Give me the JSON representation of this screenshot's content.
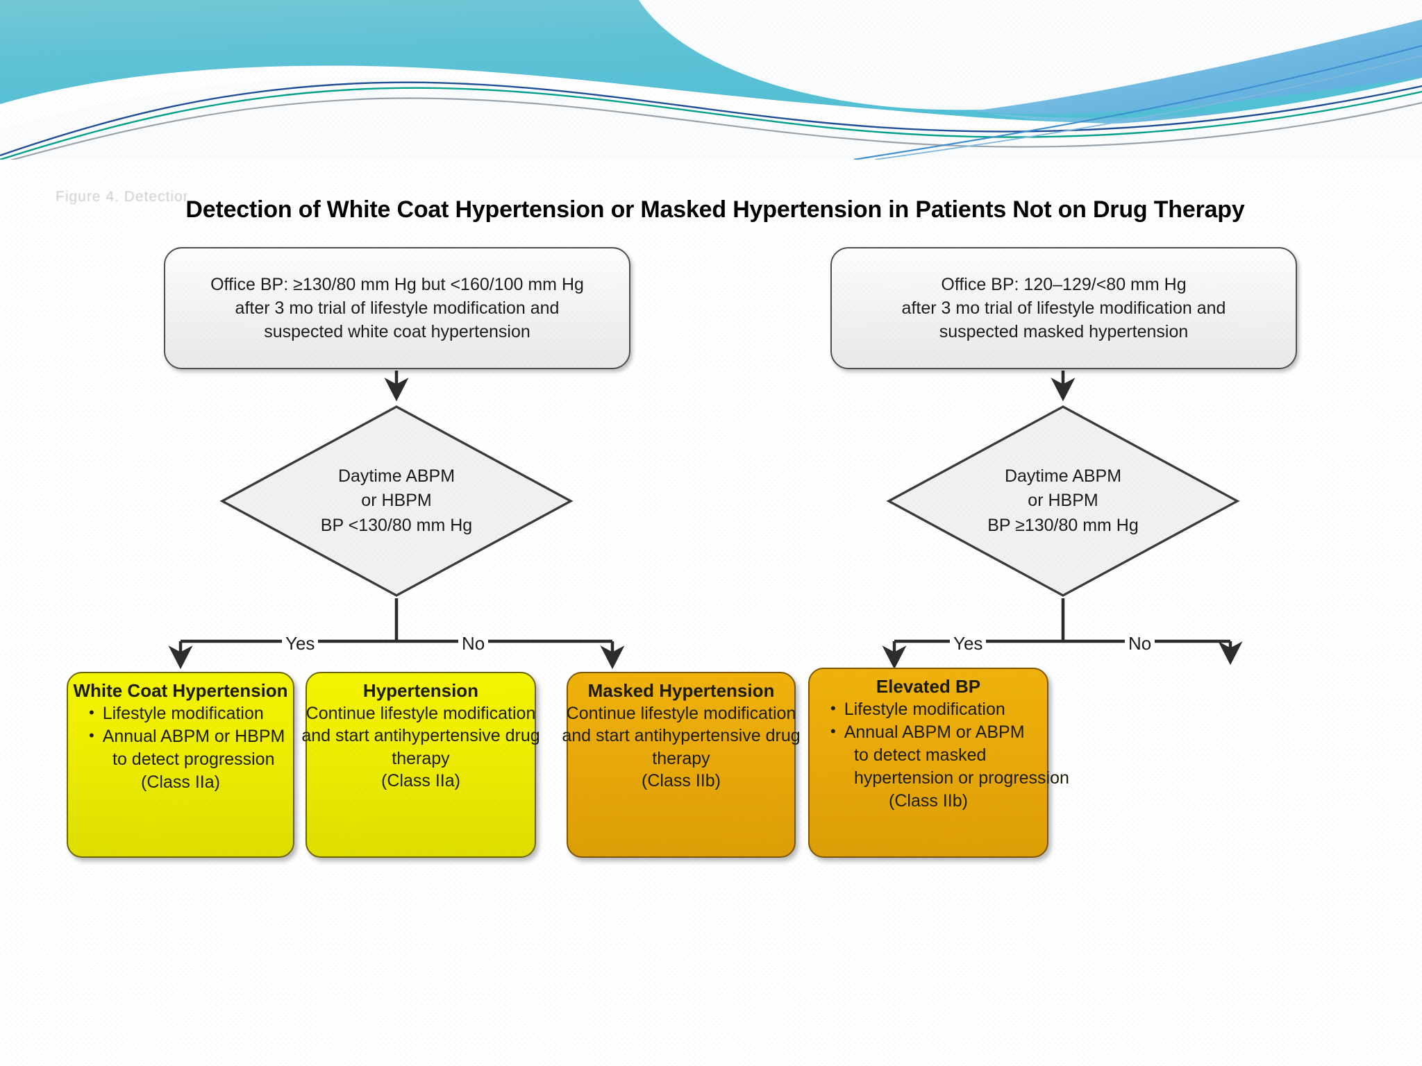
{
  "slide": {
    "ghost_artifact_text": "Figure 4. Detection",
    "chart_title": "Detection of White Coat Hypertension or Masked Hypertension in Patients Not on Drug Therapy"
  },
  "colors": {
    "header_teal_light": "#7fd4de",
    "header_teal_mid": "#5ec4d8",
    "header_blue": "#6fb6e0",
    "accent_green": "#00a08a",
    "accent_navy": "#1f4e96",
    "yellow_box": "#eded00",
    "orange_box": "#e9a908",
    "box_border_gray": "#4d4d4d",
    "text_black": "#1a1a1a"
  },
  "flowchart": {
    "type": "decision-flowchart",
    "branches": [
      {
        "id": "white-coat",
        "input_box": {
          "lines": [
            "Office BP: ≥130/80 mm Hg but <160/100 mm Hg",
            "after 3 mo trial of lifestyle modification and",
            "suspected white coat hypertension"
          ]
        },
        "decision": {
          "lines": [
            "Daytime ABPM",
            "or HBPM",
            "BP <130/80 mm Hg"
          ]
        },
        "edge_labels": {
          "yes": "Yes",
          "no": "No"
        },
        "outcomes": [
          {
            "id": "white-coat-hypertension",
            "color": "yellow",
            "title": "White Coat Hypertension",
            "bullets": [
              {
                "text": "Lifestyle modification",
                "sub": null
              },
              {
                "text": "Annual ABPM or HBPM",
                "sub": "to detect progression"
              }
            ],
            "body_lines": [],
            "class_label": "(Class IIa)"
          },
          {
            "id": "hypertension",
            "color": "yellow",
            "title": "Hypertension",
            "bullets": [],
            "body_lines": [
              "Continue lifestyle modification",
              "and start antihypertensive drug",
              "therapy"
            ],
            "class_label": "(Class IIa)"
          }
        ]
      },
      {
        "id": "masked",
        "input_box": {
          "lines": [
            "Office BP: 120–129/<80 mm Hg",
            "after 3 mo trial of lifestyle modification and",
            "suspected masked hypertension"
          ]
        },
        "decision": {
          "lines": [
            "Daytime ABPM",
            "or HBPM",
            "BP ≥130/80 mm Hg"
          ]
        },
        "edge_labels": {
          "yes": "Yes",
          "no": "No"
        },
        "outcomes": [
          {
            "id": "masked-hypertension",
            "color": "orange",
            "title": "Masked Hypertension",
            "bullets": [],
            "body_lines": [
              "Continue lifestyle modification",
              "and start antihypertensive drug",
              "therapy"
            ],
            "class_label": "(Class IIb)"
          },
          {
            "id": "elevated-bp",
            "color": "orange",
            "title": "Elevated BP",
            "bullets": [
              {
                "text": "Lifestyle modification",
                "sub": null
              },
              {
                "text": "Annual ABPM or ABPM",
                "sub": "to detect masked"
              }
            ],
            "body_lines": [
              "hypertension or progression"
            ],
            "class_label": "(Class IIb)"
          }
        ]
      }
    ]
  }
}
